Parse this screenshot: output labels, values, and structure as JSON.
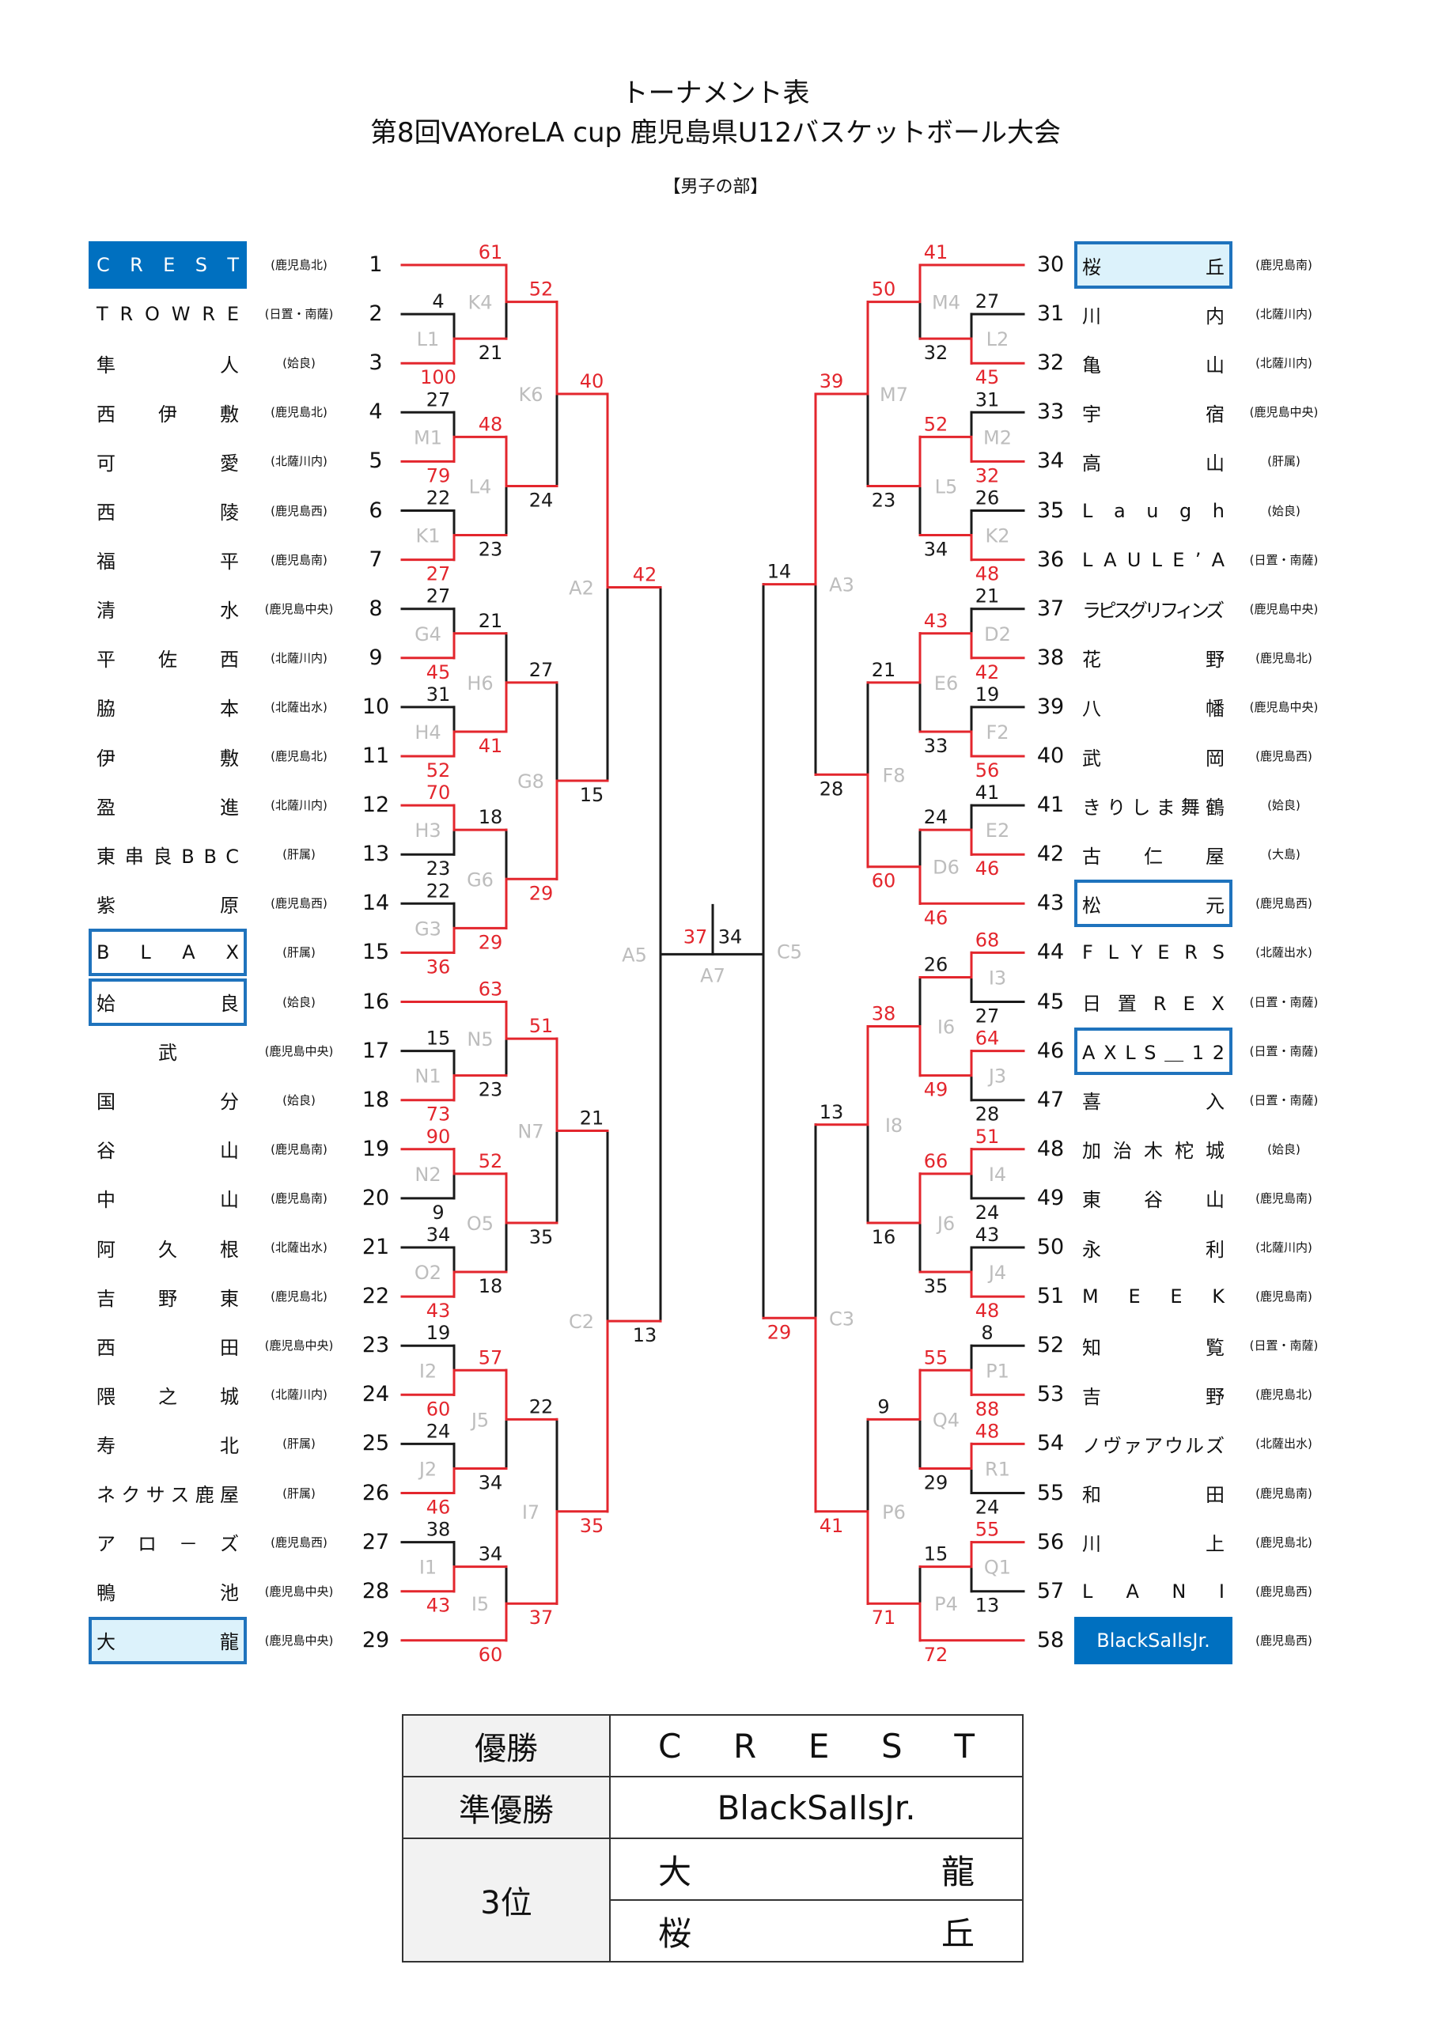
{
  "header": {
    "title": "トーナメント表",
    "subtitle": "第8回VAYoreLA cup 鹿児島県U12バスケットボール大会",
    "division": "【男子の部】"
  },
  "colors": {
    "win": "#e3262d",
    "line": "#1a1a1a",
    "match_label": "#bdbdbd",
    "accent": "#0070c0"
  },
  "teams": [
    {
      "seed": 1,
      "name": "CREST",
      "region": "(鹿児島北)",
      "mark": "winner"
    },
    {
      "seed": 2,
      "name": "TROWRE",
      "region": "(日置・南薩)"
    },
    {
      "seed": 3,
      "name": "隼人",
      "region": "(姶良)"
    },
    {
      "seed": 4,
      "name": "西伊敷",
      "region": "(鹿児島北)"
    },
    {
      "seed": 5,
      "name": "可愛",
      "region": "(北薩川内)"
    },
    {
      "seed": 6,
      "name": "西陵",
      "region": "(鹿児島西)"
    },
    {
      "seed": 7,
      "name": "福平",
      "region": "(鹿児島南)"
    },
    {
      "seed": 8,
      "name": "清水",
      "region": "(鹿児島中央)"
    },
    {
      "seed": 9,
      "name": "平佐西",
      "region": "(北薩川内)"
    },
    {
      "seed": 10,
      "name": "脇本",
      "region": "(北薩出水)"
    },
    {
      "seed": 11,
      "name": "伊敷",
      "region": "(鹿児島北)"
    },
    {
      "seed": 12,
      "name": "盈進",
      "region": "(北薩川内)"
    },
    {
      "seed": 13,
      "name": "東串良BBC",
      "region": "(肝属)"
    },
    {
      "seed": 14,
      "name": "紫原",
      "region": "(鹿児島西)"
    },
    {
      "seed": 15,
      "name": "BLAX",
      "region": "(肝属)",
      "mark": "boxed"
    },
    {
      "seed": 16,
      "name": "姶良",
      "region": "(姶良)",
      "mark": "boxed"
    },
    {
      "seed": 17,
      "name": "武",
      "region": "(鹿児島中央)"
    },
    {
      "seed": 18,
      "name": "国分",
      "region": "(姶良)"
    },
    {
      "seed": 19,
      "name": "谷山",
      "region": "(鹿児島南)"
    },
    {
      "seed": 20,
      "name": "中山",
      "region": "(鹿児島南)"
    },
    {
      "seed": 21,
      "name": "阿久根",
      "region": "(北薩出水)"
    },
    {
      "seed": 22,
      "name": "吉野東",
      "region": "(鹿児島北)"
    },
    {
      "seed": 23,
      "name": "西田",
      "region": "(鹿児島中央)"
    },
    {
      "seed": 24,
      "name": "隈之城",
      "region": "(北薩川内)"
    },
    {
      "seed": 25,
      "name": "寿北",
      "region": "(肝属)"
    },
    {
      "seed": 26,
      "name": "ネクサス鹿屋",
      "region": "(肝属)"
    },
    {
      "seed": 27,
      "name": "アロ－ズ",
      "region": "(鹿児島西)"
    },
    {
      "seed": 28,
      "name": "鴨池",
      "region": "(鹿児島中央)"
    },
    {
      "seed": 29,
      "name": "大龍",
      "region": "(鹿児島中央)",
      "mark": "third"
    },
    {
      "seed": 30,
      "name": "桜丘",
      "region": "(鹿児島南)",
      "mark": "third"
    },
    {
      "seed": 31,
      "name": "川内",
      "region": "(北薩川内)"
    },
    {
      "seed": 32,
      "name": "亀山",
      "region": "(北薩川内)"
    },
    {
      "seed": 33,
      "name": "宇宿",
      "region": "(鹿児島中央)"
    },
    {
      "seed": 34,
      "name": "高山",
      "region": "(肝属)"
    },
    {
      "seed": 35,
      "name": "Laugh",
      "region": "(姶良)"
    },
    {
      "seed": 36,
      "name": "LAULE’A",
      "region": "(日置・南薩)"
    },
    {
      "seed": 37,
      "name": "ラピスグリフィンズ",
      "region": "(鹿児島中央)"
    },
    {
      "seed": 38,
      "name": "花野",
      "region": "(鹿児島北)"
    },
    {
      "seed": 39,
      "name": "八幡",
      "region": "(鹿児島中央)"
    },
    {
      "seed": 40,
      "name": "武岡",
      "region": "(鹿児島西)"
    },
    {
      "seed": 41,
      "name": "きりしま舞鶴",
      "region": "(姶良)"
    },
    {
      "seed": 42,
      "name": "古仁屋",
      "region": "(大島)"
    },
    {
      "seed": 43,
      "name": "松元",
      "region": "(鹿児島西)",
      "mark": "boxed"
    },
    {
      "seed": 44,
      "name": "FLYERS",
      "region": "(北薩出水)"
    },
    {
      "seed": 45,
      "name": "日置REX",
      "region": "(日置・南薩)"
    },
    {
      "seed": 46,
      "name": "AXLS＿12",
      "region": "(日置・南薩)",
      "mark": "boxed"
    },
    {
      "seed": 47,
      "name": "喜入",
      "region": "(日置・南薩)"
    },
    {
      "seed": 48,
      "name": "加治木柁城",
      "region": "(姶良)"
    },
    {
      "seed": 49,
      "name": "東谷山",
      "region": "(鹿児島南)"
    },
    {
      "seed": 50,
      "name": "永利",
      "region": "(北薩川内)"
    },
    {
      "seed": 51,
      "name": "MEEK",
      "region": "(鹿児島南)"
    },
    {
      "seed": 52,
      "name": "知覧",
      "region": "(日置・南薩)"
    },
    {
      "seed": 53,
      "name": "吉野",
      "region": "(鹿児島北)"
    },
    {
      "seed": 54,
      "name": "ノヴァアウルズ",
      "region": "(北薩出水)"
    },
    {
      "seed": 55,
      "name": "和田",
      "region": "(鹿児島南)"
    },
    {
      "seed": 56,
      "name": "川上",
      "region": "(鹿児島北)"
    },
    {
      "seed": 57,
      "name": "LANI",
      "region": "(鹿児島西)"
    },
    {
      "seed": 58,
      "name": "BlackSaIlsJr.",
      "region": "(鹿児島西)",
      "mark": "winner",
      "spread": false
    }
  ],
  "bracket": {
    "matches": [
      {
        "id": "L1",
        "children": [
          2,
          3
        ],
        "scores": [
          4,
          100
        ]
      },
      {
        "id": "K4",
        "children": [
          1,
          "L1"
        ],
        "scores": [
          61,
          21
        ]
      },
      {
        "id": "M1",
        "children": [
          4,
          5
        ],
        "scores": [
          27,
          79
        ]
      },
      {
        "id": "K1",
        "children": [
          6,
          7
        ],
        "scores": [
          22,
          27
        ]
      },
      {
        "id": "L4",
        "children": [
          "M1",
          "K1"
        ],
        "scores": [
          48,
          23
        ]
      },
      {
        "id": "K6",
        "children": [
          "K4",
          "L4"
        ],
        "scores": [
          52,
          24
        ]
      },
      {
        "id": "G4",
        "children": [
          8,
          9
        ],
        "scores": [
          27,
          45
        ]
      },
      {
        "id": "H4",
        "children": [
          10,
          11
        ],
        "scores": [
          31,
          52
        ]
      },
      {
        "id": "H6",
        "children": [
          "G4",
          "H4"
        ],
        "scores": [
          21,
          41
        ]
      },
      {
        "id": "H3",
        "children": [
          12,
          13
        ],
        "scores": [
          70,
          23
        ]
      },
      {
        "id": "G3",
        "children": [
          14,
          15
        ],
        "scores": [
          22,
          36
        ]
      },
      {
        "id": "G6",
        "children": [
          "H3",
          "G3"
        ],
        "scores": [
          18,
          29
        ]
      },
      {
        "id": "G8",
        "children": [
          "H6",
          "G6"
        ],
        "scores": [
          27,
          29
        ]
      },
      {
        "id": "A2",
        "children": [
          "K6",
          "G8"
        ],
        "scores": [
          40,
          15
        ]
      },
      {
        "id": "N1",
        "children": [
          17,
          18
        ],
        "scores": [
          15,
          73
        ]
      },
      {
        "id": "N5",
        "children": [
          16,
          "N1"
        ],
        "scores": [
          63,
          23
        ]
      },
      {
        "id": "N2",
        "children": [
          19,
          20
        ],
        "scores": [
          90,
          9
        ]
      },
      {
        "id": "O2",
        "children": [
          21,
          22
        ],
        "scores": [
          34,
          43
        ]
      },
      {
        "id": "O5",
        "children": [
          "N2",
          "O2"
        ],
        "scores": [
          52,
          18
        ]
      },
      {
        "id": "N7",
        "children": [
          "N5",
          "O5"
        ],
        "scores": [
          51,
          35
        ]
      },
      {
        "id": "I2",
        "children": [
          23,
          24
        ],
        "scores": [
          19,
          60
        ]
      },
      {
        "id": "J2",
        "children": [
          25,
          26
        ],
        "scores": [
          24,
          46
        ]
      },
      {
        "id": "J5",
        "children": [
          "I2",
          "J2"
        ],
        "scores": [
          57,
          34
        ]
      },
      {
        "id": "I1",
        "children": [
          27,
          28
        ],
        "scores": [
          38,
          43
        ]
      },
      {
        "id": "I5",
        "children": [
          "I1",
          29
        ],
        "scores": [
          34,
          60
        ]
      },
      {
        "id": "I7",
        "children": [
          "J5",
          "I5"
        ],
        "scores": [
          22,
          37
        ]
      },
      {
        "id": "C2",
        "children": [
          "N7",
          "I7"
        ],
        "scores": [
          21,
          35
        ]
      },
      {
        "id": "A5",
        "children": [
          "A2",
          "C2"
        ],
        "scores": [
          42,
          13
        ]
      },
      {
        "id": "L2",
        "children": [
          31,
          32
        ],
        "scores": [
          27,
          45
        ]
      },
      {
        "id": "M4",
        "children": [
          30,
          "L2"
        ],
        "scores": [
          41,
          32
        ]
      },
      {
        "id": "M2",
        "children": [
          33,
          34
        ],
        "scores": [
          31,
          32
        ]
      },
      {
        "id": "K2",
        "children": [
          35,
          36
        ],
        "scores": [
          26,
          48
        ]
      },
      {
        "id": "L5",
        "children": [
          "M2",
          "K2"
        ],
        "scores": [
          52,
          34
        ]
      },
      {
        "id": "M7",
        "children": [
          "M4",
          "L5"
        ],
        "scores": [
          50,
          23
        ]
      },
      {
        "id": "D2",
        "children": [
          37,
          38
        ],
        "scores": [
          21,
          42
        ]
      },
      {
        "id": "F2",
        "children": [
          39,
          40
        ],
        "scores": [
          19,
          56
        ]
      },
      {
        "id": "E6",
        "children": [
          "D2",
          "F2"
        ],
        "scores": [
          43,
          33
        ]
      },
      {
        "id": "E2",
        "children": [
          41,
          42
        ],
        "scores": [
          41,
          46
        ]
      },
      {
        "id": "D6",
        "children": [
          "E2",
          43
        ],
        "scores": [
          24,
          46
        ]
      },
      {
        "id": "F8",
        "children": [
          "E6",
          "D6"
        ],
        "scores": [
          21,
          60
        ]
      },
      {
        "id": "A3",
        "children": [
          "M7",
          "F8"
        ],
        "scores": [
          39,
          28
        ]
      },
      {
        "id": "I3",
        "children": [
          44,
          45
        ],
        "scores": [
          68,
          27
        ]
      },
      {
        "id": "J3",
        "children": [
          46,
          47
        ],
        "scores": [
          64,
          28
        ]
      },
      {
        "id": "I6",
        "children": [
          "I3",
          "J3"
        ],
        "scores": [
          26,
          49
        ]
      },
      {
        "id": "I4",
        "children": [
          48,
          49
        ],
        "scores": [
          51,
          24
        ]
      },
      {
        "id": "J4",
        "children": [
          50,
          51
        ],
        "scores": [
          43,
          48
        ]
      },
      {
        "id": "J6",
        "children": [
          "I4",
          "J4"
        ],
        "scores": [
          66,
          35
        ]
      },
      {
        "id": "I8",
        "children": [
          "I6",
          "J6"
        ],
        "scores": [
          38,
          16
        ]
      },
      {
        "id": "P1",
        "children": [
          52,
          53
        ],
        "scores": [
          8,
          88
        ]
      },
      {
        "id": "R1",
        "children": [
          54,
          55
        ],
        "scores": [
          48,
          24
        ]
      },
      {
        "id": "Q4",
        "children": [
          "P1",
          "R1"
        ],
        "scores": [
          55,
          29
        ]
      },
      {
        "id": "Q1",
        "children": [
          56,
          57
        ],
        "scores": [
          55,
          13
        ]
      },
      {
        "id": "P4",
        "children": [
          "Q1",
          58
        ],
        "scores": [
          15,
          72
        ]
      },
      {
        "id": "P6",
        "children": [
          "Q4",
          "P4"
        ],
        "scores": [
          9,
          71
        ]
      },
      {
        "id": "C3",
        "children": [
          "I8",
          "P6"
        ],
        "scores": [
          13,
          41
        ]
      },
      {
        "id": "C5",
        "children": [
          "A3",
          "C3"
        ],
        "scores": [
          14,
          29
        ]
      }
    ],
    "final": {
      "id": "A7",
      "children": [
        "A5",
        "C5"
      ],
      "scores": [
        37,
        34
      ]
    }
  },
  "results": {
    "champion_label": "優勝",
    "champion": "CREST",
    "runner_up_label": "準優勝",
    "runner_up": "BlackSaIlsJr.",
    "third_label": "3位",
    "third": [
      "大龍",
      "桜丘"
    ]
  }
}
